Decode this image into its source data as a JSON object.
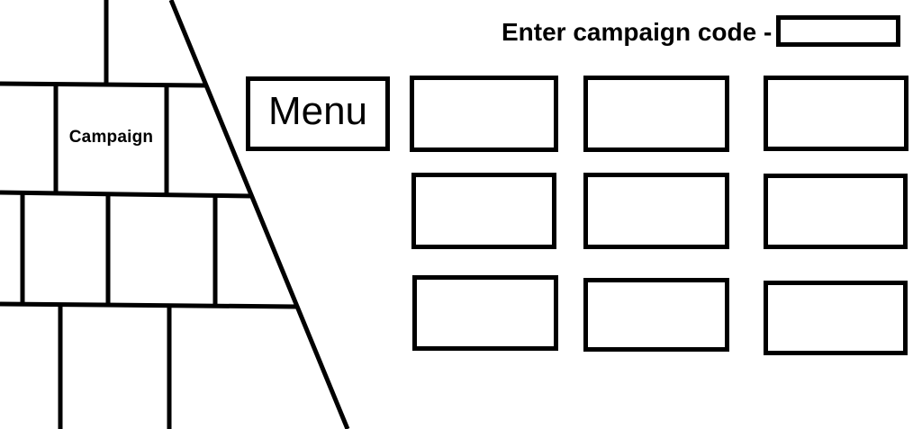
{
  "colors": {
    "ink": "#000000",
    "background": "#ffffff"
  },
  "brick_wall": {
    "campaign_label": "Campaign"
  },
  "menu": {
    "label": "Menu"
  },
  "campaign_code": {
    "label": "Enter campaign code -",
    "value": ""
  },
  "level_grid": {
    "rows": 3,
    "columns": 3,
    "box_count": 9
  }
}
